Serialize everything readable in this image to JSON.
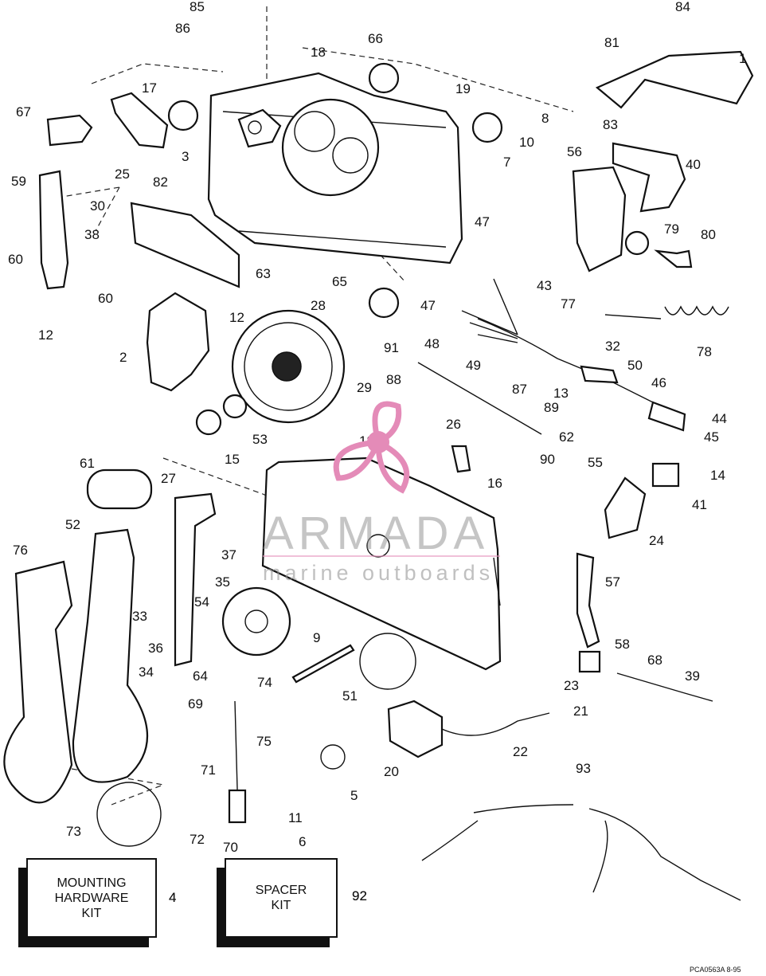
{
  "callouts": [
    "1",
    "2",
    "3",
    "4",
    "5",
    "6",
    "7",
    "8",
    "9",
    "10",
    "11",
    "12",
    "12",
    "13",
    "14",
    "15",
    "16",
    "17",
    "18",
    "18",
    "19",
    "20",
    "21",
    "22",
    "23",
    "24",
    "25",
    "26",
    "27",
    "28",
    "29",
    "30",
    "32",
    "33",
    "34",
    "35",
    "36",
    "37",
    "38",
    "39",
    "40",
    "41",
    "43",
    "44",
    "45",
    "46",
    "47",
    "47",
    "48",
    "49",
    "50",
    "51",
    "52",
    "53",
    "54",
    "55",
    "56",
    "57",
    "58",
    "59",
    "60",
    "60",
    "61",
    "62",
    "63",
    "64",
    "65",
    "66",
    "67",
    "68",
    "69",
    "70",
    "71",
    "72",
    "73",
    "74",
    "75",
    "76",
    "77",
    "78",
    "79",
    "80",
    "81",
    "82",
    "83",
    "84",
    "85",
    "86",
    "87",
    "88",
    "89",
    "90",
    "91",
    "92",
    "93"
  ],
  "kits": {
    "mounting": "MOUNTING\nHARDWARE\nKIT",
    "spacer": "SPACER\nKIT"
  },
  "watermark": {
    "brand": "ARMADA",
    "tagline": "marine outboards",
    "brand_color": "#e48bb8"
  },
  "drawing_code": "PCA0563A   8-95",
  "colors": {
    "ink": "#111111",
    "paper": "#ffffff"
  }
}
